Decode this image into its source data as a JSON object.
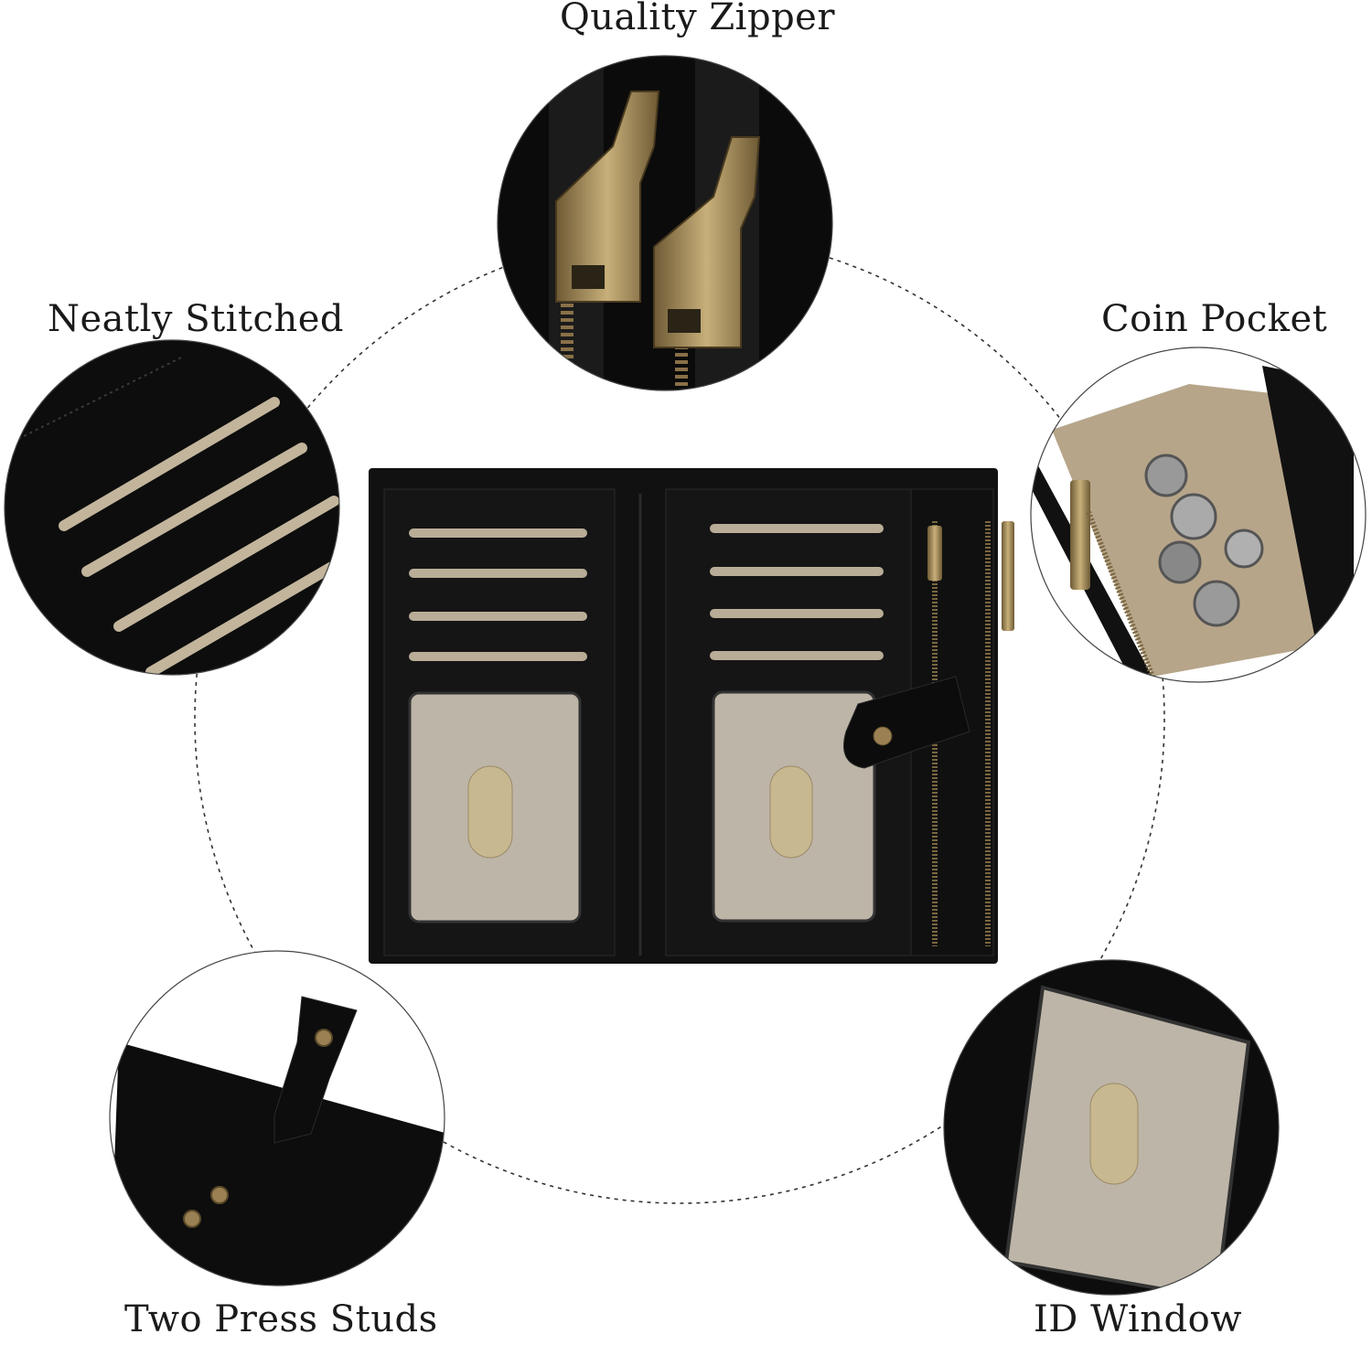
{
  "features": [
    {
      "id": "zipper",
      "label": "Quality Zipper"
    },
    {
      "id": "stitched",
      "label": "Neatly Stitched"
    },
    {
      "id": "coin",
      "label": "Coin Pocket"
    },
    {
      "id": "studs",
      "label": "Two Press Studs"
    },
    {
      "id": "id",
      "label": "ID Window"
    }
  ],
  "colors": {
    "leather": "#0e0e0e",
    "lining": "#b9ad97",
    "id_window": "#bdb5a7",
    "brass": "#9a8052",
    "guide_line": "#333333"
  }
}
